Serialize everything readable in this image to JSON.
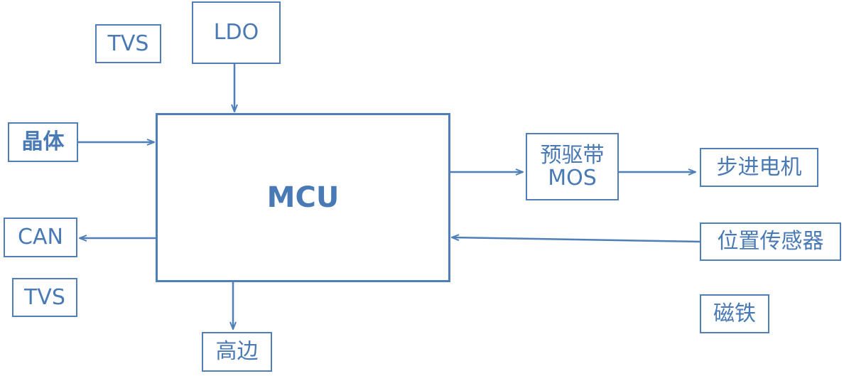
{
  "diagram": {
    "colors": {
      "line": "#4f7fb8",
      "text": "#4a7ab5",
      "background": "#ffffff"
    },
    "mcu": "MCU",
    "tvs_top": "TVS",
    "ldo": "LDO",
    "crystal": "晶体",
    "can": "CAN",
    "tvs_bottom": "TVS",
    "high_side": "高边",
    "predriver_line1": "预驱带",
    "predriver_line2": "MOS",
    "stepper_motor": "步进电机",
    "position_sensor": "位置传感器",
    "magnet": "磁铁",
    "connections": [
      {
        "from": "ldo",
        "to": "mcu"
      },
      {
        "from": "crystal",
        "to": "mcu"
      },
      {
        "from": "mcu",
        "to": "can"
      },
      {
        "from": "mcu",
        "to": "high_side"
      },
      {
        "from": "mcu",
        "to": "predriver"
      },
      {
        "from": "predriver",
        "to": "stepper_motor"
      },
      {
        "from": "position_sensor",
        "to": "mcu"
      }
    ]
  }
}
